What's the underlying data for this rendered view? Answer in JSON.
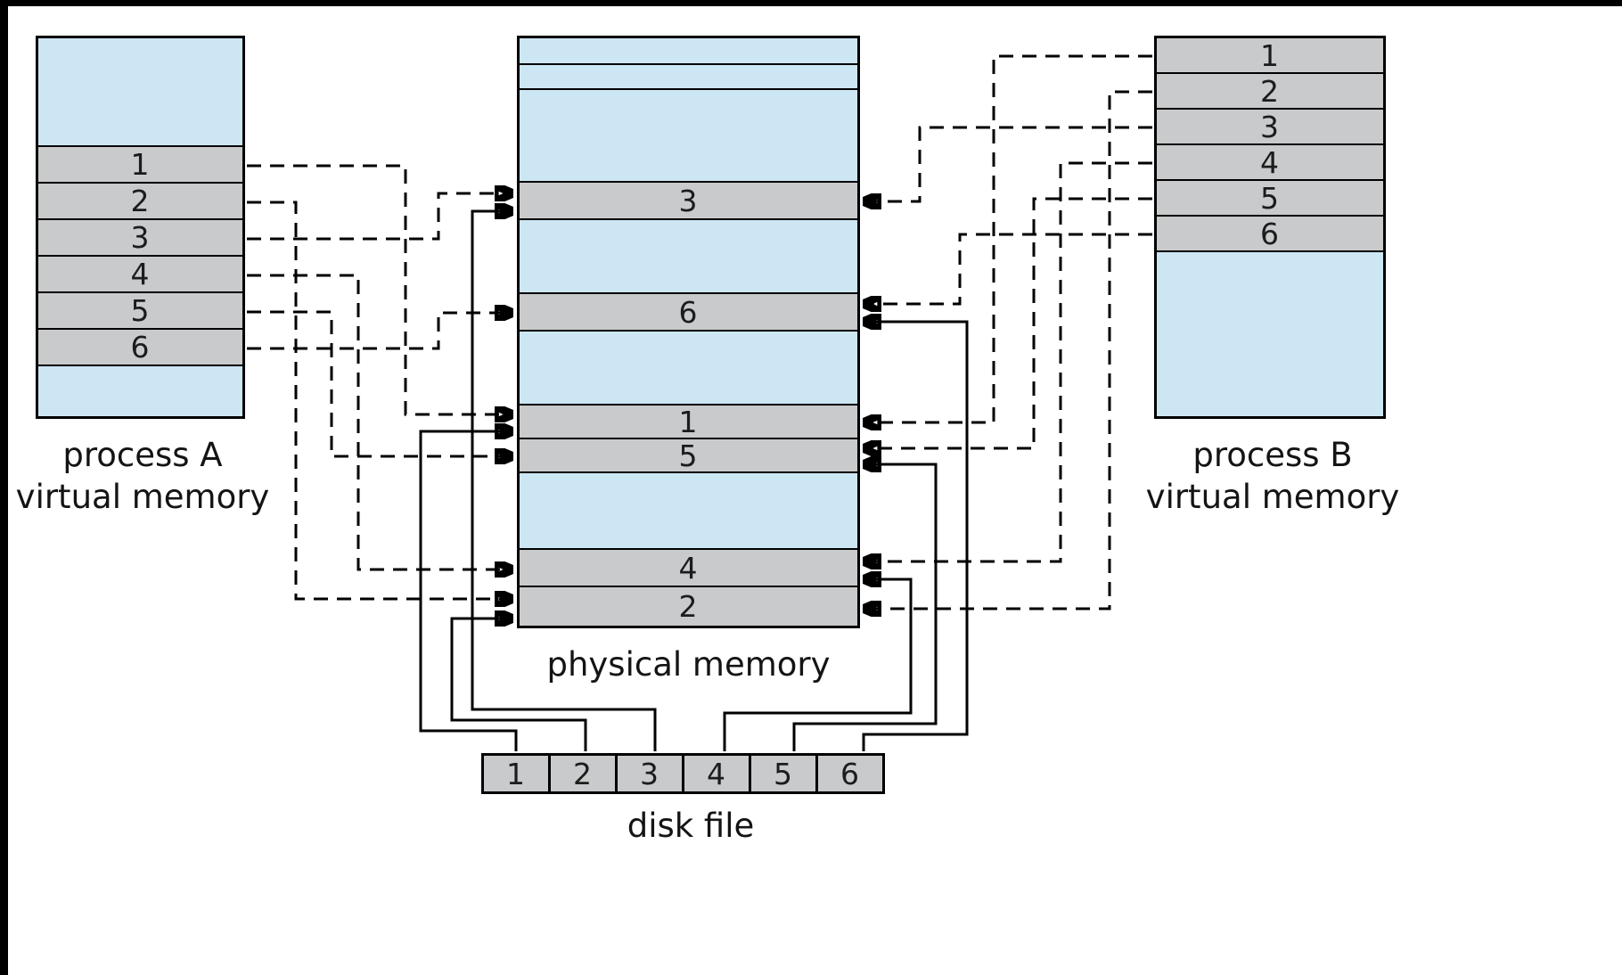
{
  "colors": {
    "page_fill": "#c9cacb",
    "memory_fill": "#cde6f4",
    "outline": "#000000",
    "background": "#ffffff"
  },
  "process_a": {
    "label_line1": "process A",
    "label_line2": "virtual memory",
    "pages": [
      "1",
      "2",
      "3",
      "4",
      "5",
      "6"
    ]
  },
  "physical_memory": {
    "label": "physical memory",
    "frames_top_to_bottom": [
      "3",
      "6",
      "1",
      "5",
      "4",
      "2"
    ]
  },
  "process_b": {
    "label_line1": "process B",
    "label_line2": "virtual memory",
    "pages": [
      "1",
      "2",
      "3",
      "4",
      "5",
      "6"
    ]
  },
  "disk_file": {
    "label": "disk file",
    "blocks": [
      "1",
      "2",
      "3",
      "4",
      "5",
      "6"
    ]
  },
  "connections": {
    "process_a_to_physical": [
      {
        "from_page": "1",
        "to_frame": "1",
        "style": "dashed"
      },
      {
        "from_page": "2",
        "to_frame": "2",
        "style": "dashed"
      },
      {
        "from_page": "3",
        "to_frame": "3",
        "style": "dashed"
      },
      {
        "from_page": "4",
        "to_frame": "4",
        "style": "dashed"
      },
      {
        "from_page": "5",
        "to_frame": "5",
        "style": "dashed"
      },
      {
        "from_page": "6",
        "to_frame": "6",
        "style": "dashed"
      }
    ],
    "process_b_to_physical": [
      {
        "from_page": "1",
        "to_frame": "1",
        "style": "dashed"
      },
      {
        "from_page": "2",
        "to_frame": "2",
        "style": "dashed"
      },
      {
        "from_page": "3",
        "to_frame": "3",
        "style": "dashed"
      },
      {
        "from_page": "4",
        "to_frame": "4",
        "style": "dashed"
      },
      {
        "from_page": "5",
        "to_frame": "5",
        "style": "dashed"
      },
      {
        "from_page": "6",
        "to_frame": "6",
        "style": "dashed"
      }
    ],
    "disk_to_physical": [
      {
        "from_block": "1",
        "to_frame": "1",
        "style": "solid"
      },
      {
        "from_block": "2",
        "to_frame": "2",
        "style": "solid"
      },
      {
        "from_block": "3",
        "to_frame": "3",
        "style": "solid"
      },
      {
        "from_block": "4",
        "to_frame": "4",
        "style": "solid"
      },
      {
        "from_block": "5",
        "to_frame": "5",
        "style": "solid"
      },
      {
        "from_block": "6",
        "to_frame": "6",
        "style": "solid"
      }
    ]
  }
}
